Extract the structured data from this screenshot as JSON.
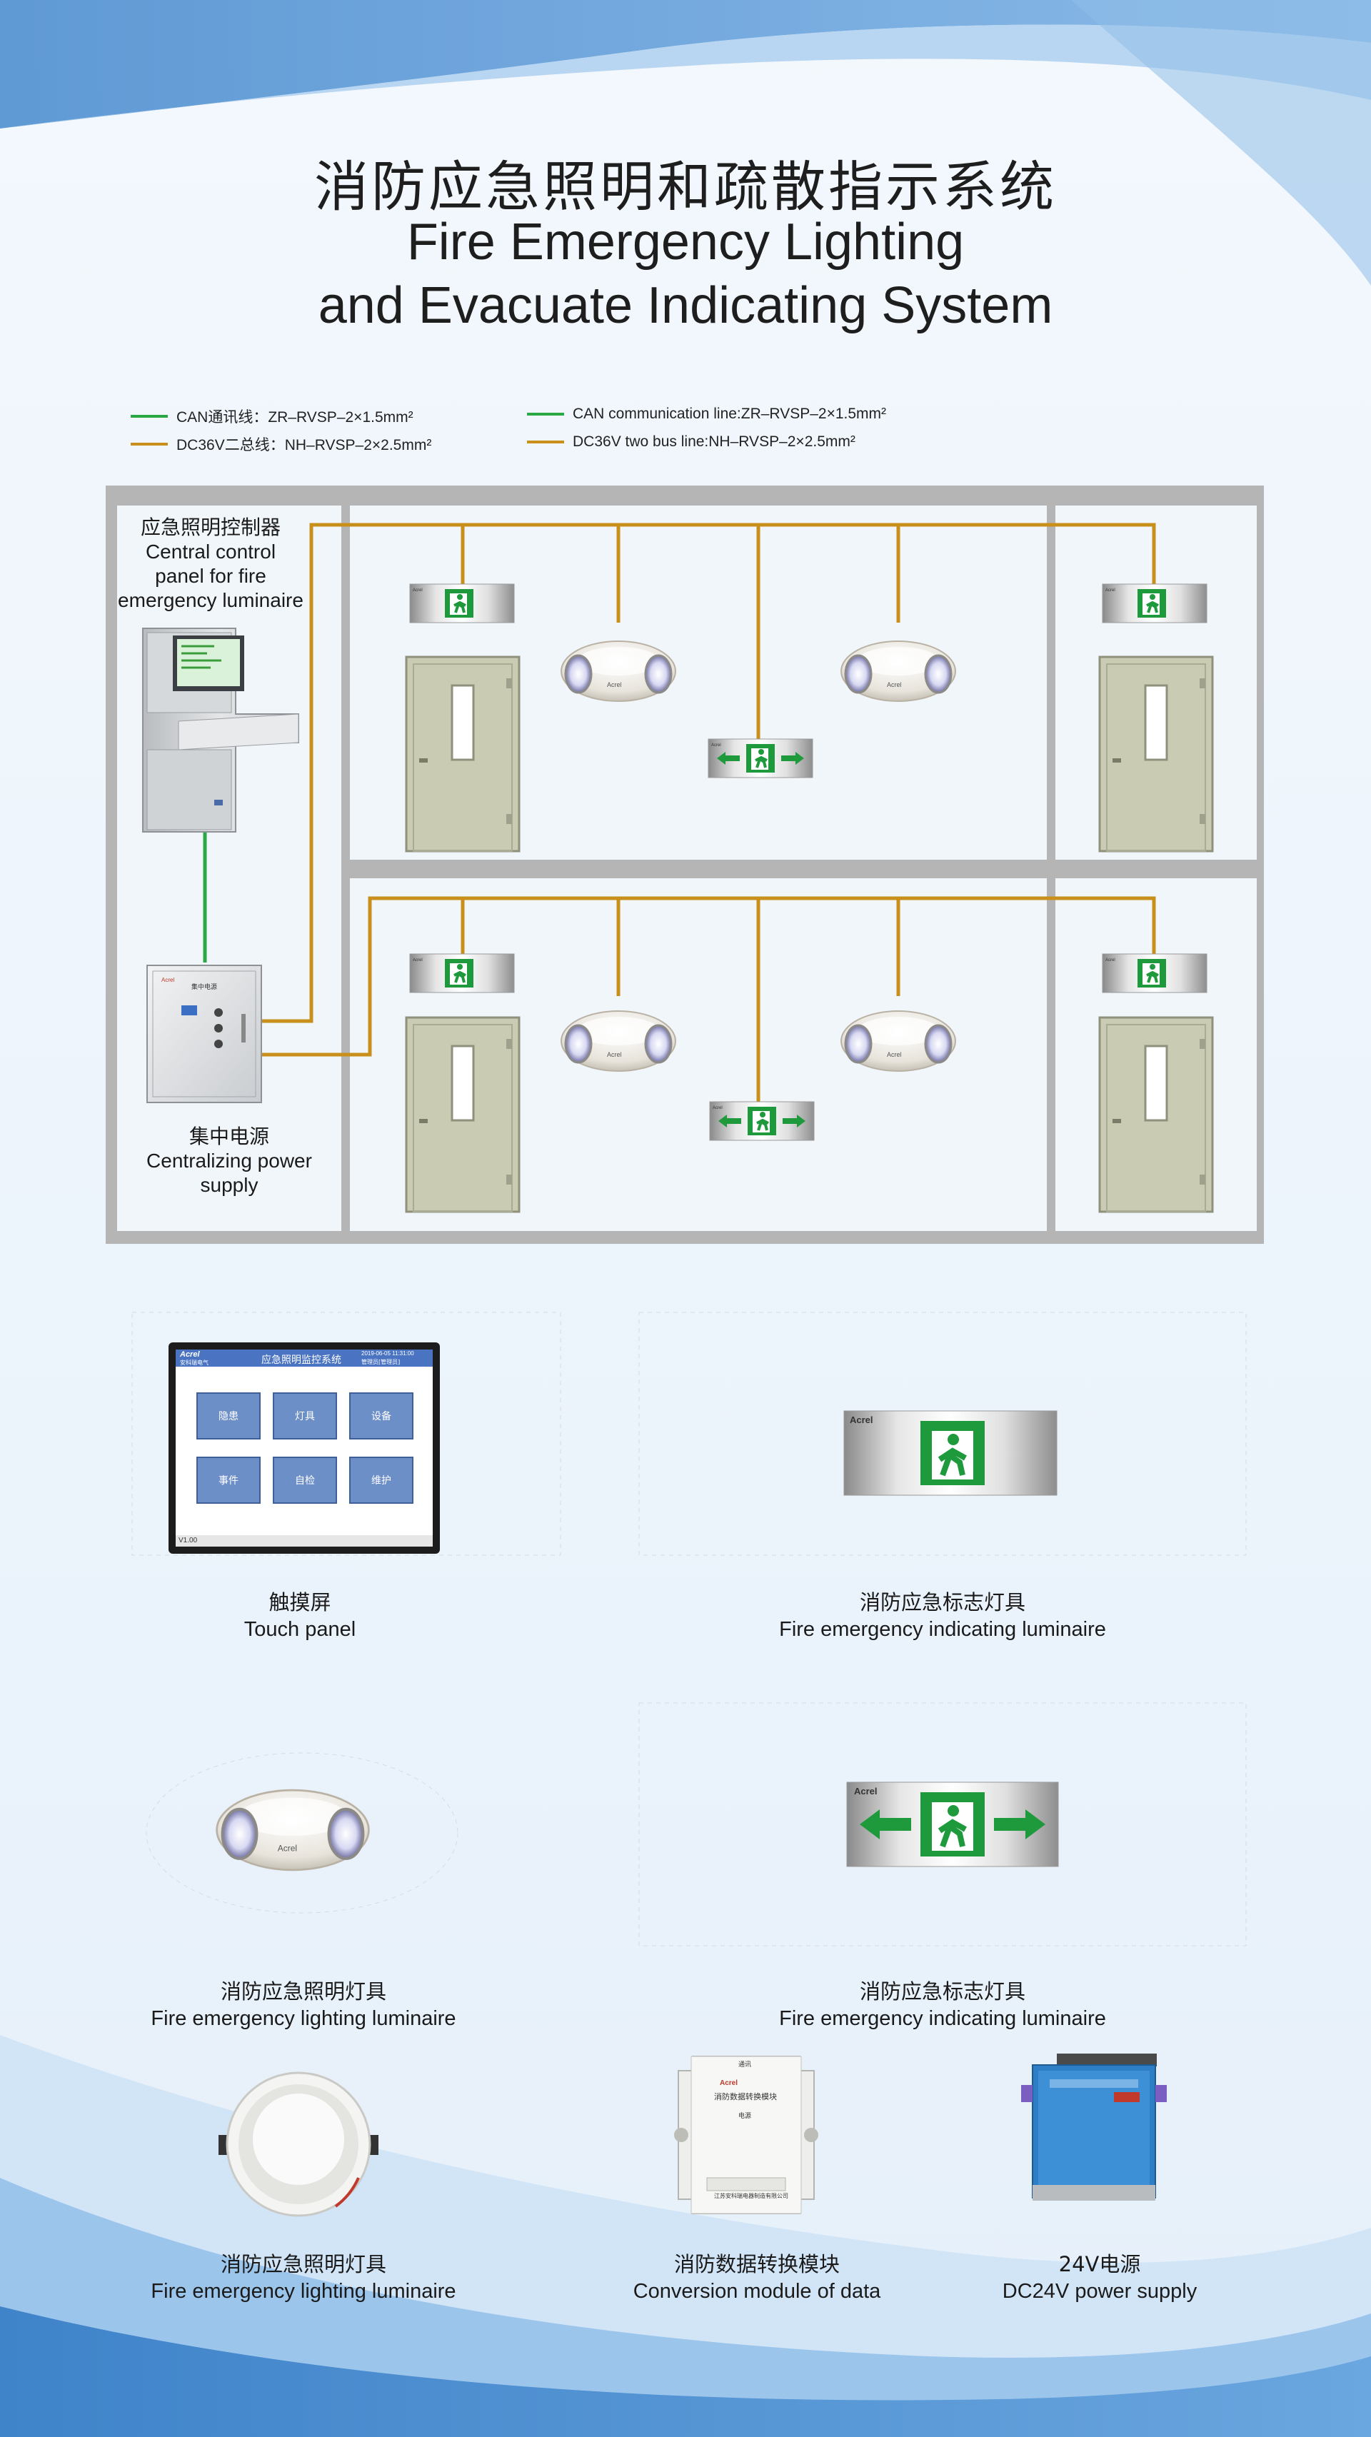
{
  "title": {
    "cn": "消防应急照明和疏散指示系统",
    "en_line1": "Fire Emergency Lighting",
    "en_line2": "and Evacuate Indicating System"
  },
  "legend": [
    {
      "text": "CAN通讯线：ZR–RVSP–2×1.5mm²",
      "color": "#2aa843"
    },
    {
      "text": "DC36V二总线：NH–RVSP–2×2.5mm²",
      "color": "#c8901a"
    },
    {
      "text": "CAN communication line:ZR–RVSP–2×1.5mm²",
      "color": "#2aa843"
    },
    {
      "text": "DC36V two bus line:NH–RVSP–2×2.5mm²",
      "color": "#c8901a"
    }
  ],
  "system": {
    "controller": {
      "cn": "应急照明控制器",
      "en": [
        "Central control",
        "panel for fire",
        "emergency luminaire"
      ]
    },
    "power_supply": {
      "cn": "集中电源",
      "en": [
        "Centralizing power",
        "supply"
      ],
      "cabinet_cn": "集中电源"
    },
    "brand": "Acrel"
  },
  "products": {
    "touch_panel": {
      "cn": "触摸屏",
      "en": "Touch panel",
      "screen_title": "应急照明监控系统",
      "screen_time": "2019-06-05 11:31:00",
      "screen_user": "管理员[管理员]",
      "screen_brand": "Acrel",
      "screen_brand_cn": "安科瑞电气",
      "buttons": [
        "隐患",
        "灯具",
        "设备",
        "事件",
        "自检",
        "维护"
      ],
      "version": "V1.00"
    },
    "sign_single": {
      "cn": "消防应急标志灯具",
      "en": "Fire emergency indicating luminaire"
    },
    "lamp_oval": {
      "cn": "消防应急照明灯具",
      "en": "Fire emergency lighting  luminaire"
    },
    "sign_double": {
      "cn": "消防应急标志灯具",
      "en": "Fire emergency indicating luminaire"
    },
    "lamp_round": {
      "cn": "消防应急照明灯具",
      "en": "Fire emergency lighting  luminaire"
    },
    "conversion_module": {
      "cn": "消防数据转换模块",
      "en": "Conversion module of data",
      "device_title": "消防数据转换模块",
      "device_power": "电源",
      "device_company": "江苏安科瑞电器制造有限公司",
      "device_label": "通讯"
    },
    "power_24v": {
      "cn": "24V电源",
      "en": "DC24V  power supply"
    }
  },
  "colors": {
    "can_line": "#2aa843",
    "bus_line": "#c8901a",
    "building_gray": "#b5b5b5",
    "exit_green": "#1e9a3c",
    "door": "#c9cbb2"
  }
}
